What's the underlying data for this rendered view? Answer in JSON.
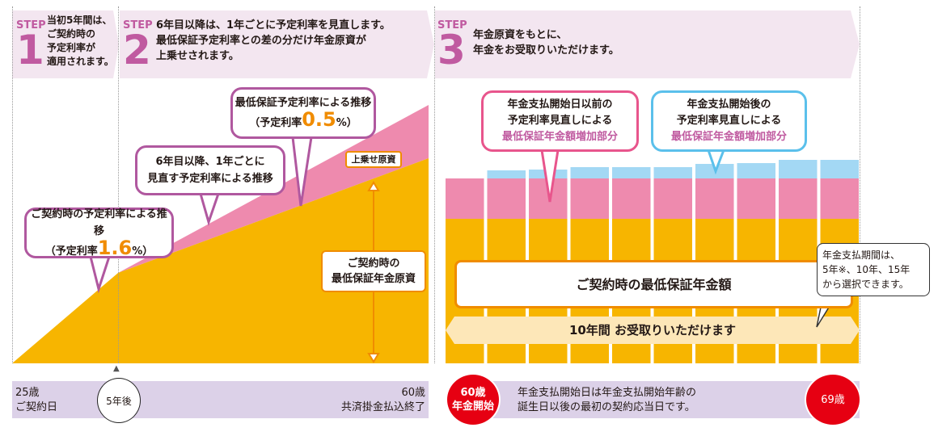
{
  "steps": [
    {
      "word": "STEP",
      "num": "1",
      "text": [
        "当初5年間は、",
        "ご契約時の",
        "予定利率が",
        "適用されます。"
      ]
    },
    {
      "word": "STEP",
      "num": "2",
      "text": [
        "6年目以降は、1年ごとに予定利率を見直します。",
        "最低保証予定利率との差の分だけ年金原資が",
        "上乗せされます。"
      ]
    },
    {
      "word": "STEP",
      "num": "3",
      "text": [
        "年金原資をもとに、",
        "年金をお受取りいただけます。"
      ]
    }
  ],
  "left": {
    "initial_rate": {
      "line1": "ご契約時の予定利率による推移",
      "prefix": "（予定利率",
      "value": "1.6",
      "suffix": "%）"
    },
    "revised_rate": {
      "line1": "6年目以降、1年ごとに",
      "line2": "見直す予定利率による推移"
    },
    "min_rate": {
      "line1": "最低保証予定利率による推移",
      "prefix": "（予定利率",
      "value": "0.5",
      "suffix": "%）"
    },
    "extra": "上乗せ原資",
    "base": {
      "line1": "ご契約時の",
      "line2": "最低保証年金原資"
    }
  },
  "right": {
    "pink_callout": {
      "line1": "年金支払開始日以前の",
      "line2": "予定利率見直しによる",
      "line3": "最低保証年金額増加部分"
    },
    "blue_callout": {
      "line1": "年金支払開始後の",
      "line2": "予定利率見直しによる",
      "line3": "最低保証年金額増加部分"
    },
    "base_amount": "ご契約時の最低保証年金額",
    "period_band": "10年間  お受取りいただけます",
    "note": {
      "line1": "年金支払期間は、",
      "line2": "5年※、10年、15年",
      "line3": "から選択できます。"
    },
    "bars_blue_increment": [
      0,
      10,
      11,
      14,
      14,
      14,
      18,
      19,
      23,
      23
    ]
  },
  "timeline": {
    "start": {
      "line1": "25歳",
      "line2": "ご契約日"
    },
    "five_years": "5年後",
    "end_pay": {
      "line1": "60歳",
      "line2": "共済掛金払込終了"
    },
    "start_pension": {
      "line1": "60歳",
      "line2": "年金開始"
    },
    "note": {
      "line1": "年金支払開始日は年金支払開始年齢の",
      "line2": "誕生日以後の最初の契約応当日です。"
    },
    "end_age": "69歳"
  },
  "colors": {
    "orange": "#f7b500",
    "pink": "#ee8aae",
    "blue": "#a3d8f4",
    "purple": "#b0589f",
    "red": "#e60012"
  }
}
